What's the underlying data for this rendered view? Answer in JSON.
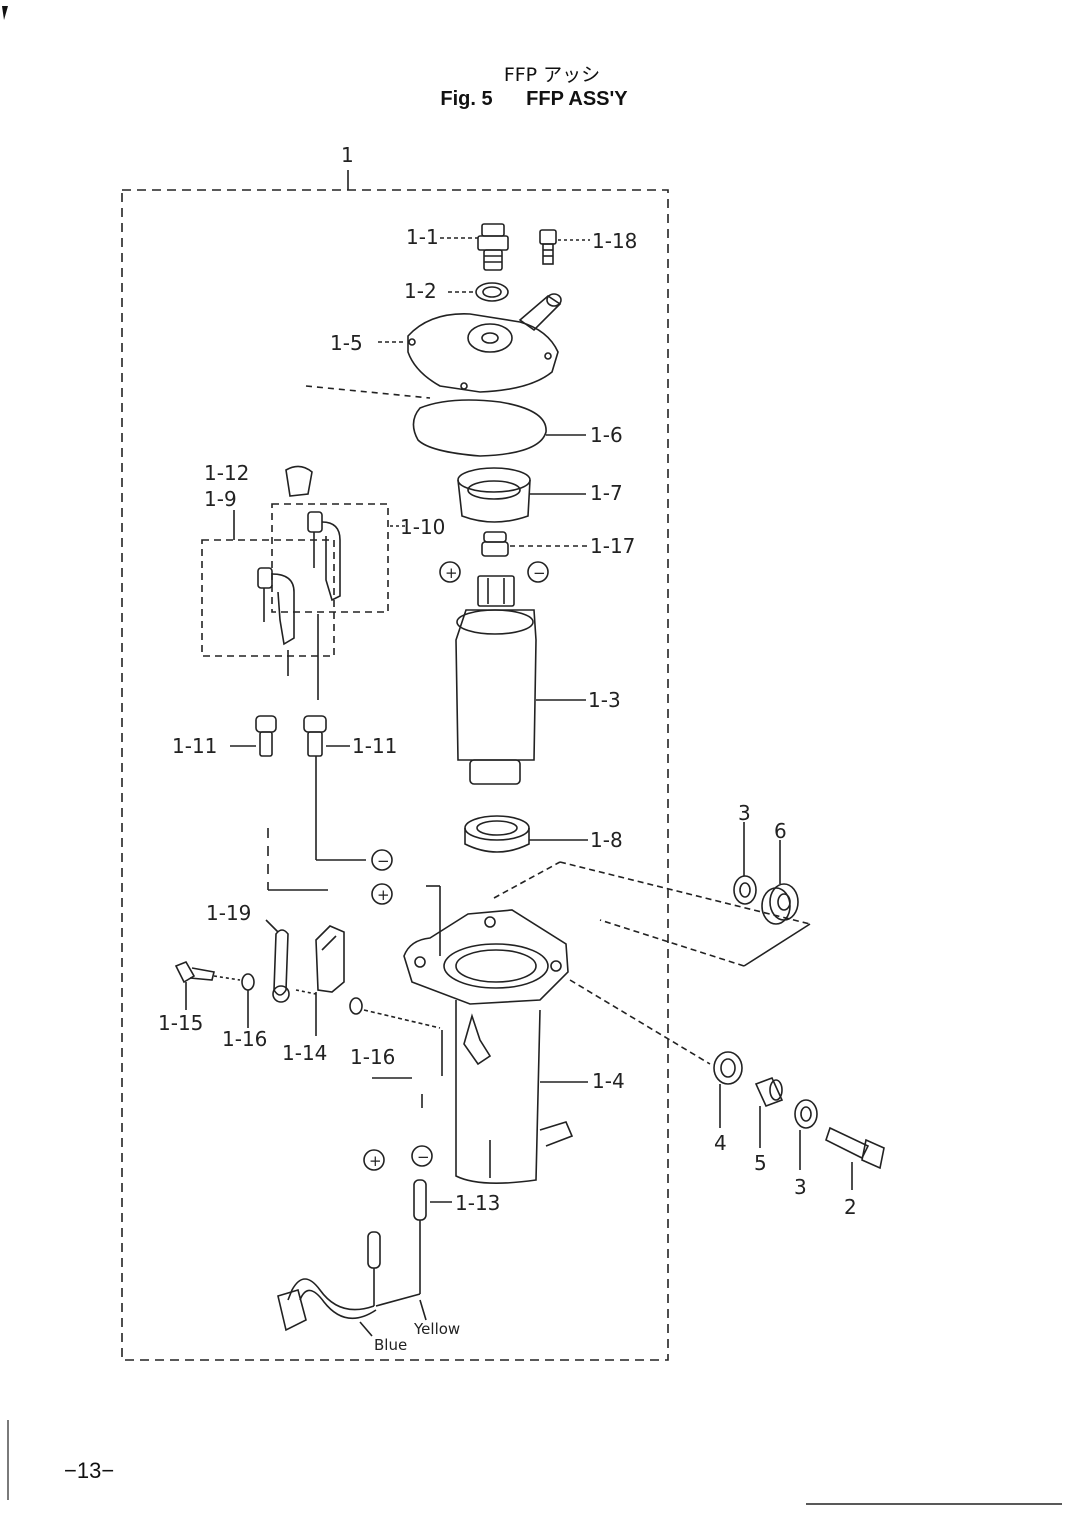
{
  "header": {
    "title_jp": "FFP アッシ",
    "fig_label": "Fig. 5",
    "title_en": "FFP ASS'Y"
  },
  "page_number": "−13−",
  "callouts": {
    "assembly": "1",
    "c1_1": "1-1",
    "c1_18": "1-18",
    "c1_2": "1-2",
    "c1_5": "1-5",
    "c1_6": "1-6",
    "c1_12": "1-12",
    "c1_9": "1-9",
    "c1_10": "1-10",
    "c1_7": "1-7",
    "c1_17": "1-17",
    "c1_3": "1-3",
    "c1_11a": "1-11",
    "c1_11b": "1-11",
    "c1_8": "1-8",
    "c1_19": "1-19",
    "c1_15": "1-15",
    "c1_16a": "1-16",
    "c1_14": "1-14",
    "c1_16b": "1-16",
    "c1_4": "1-4",
    "c1_13": "1-13",
    "c3a": "3",
    "c6": "6",
    "c4": "4",
    "c5": "5",
    "c3b": "3",
    "c2": "2"
  },
  "wires": {
    "yellow": "Yellow",
    "blue": "Blue"
  },
  "polarity": {
    "plus": "+",
    "minus": "−"
  }
}
